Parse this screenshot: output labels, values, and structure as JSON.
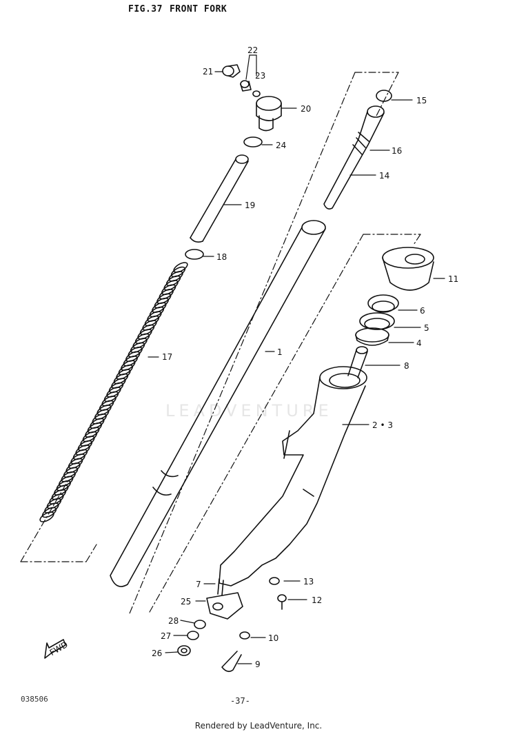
{
  "header": {
    "fig_number": "FIG.37",
    "fig_title": "FRONT FORK"
  },
  "callouts": {
    "p1": "1",
    "p2_3": "2 • 3",
    "p4": "4",
    "p5": "5",
    "p6": "6",
    "p7": "7",
    "p8": "8",
    "p9": "9",
    "p10": "10",
    "p11": "11",
    "p12": "12",
    "p13": "13",
    "p14": "14",
    "p15": "15",
    "p16": "16",
    "p17": "17",
    "p18": "18",
    "p19": "19",
    "p20": "20",
    "p21": "21",
    "p22": "22",
    "p23": "23",
    "p24": "24",
    "p25": "25",
    "p26": "26",
    "p27": "27",
    "p28": "28"
  },
  "direction_tag": "FWD",
  "footer": {
    "code": "038506",
    "page": "-37-",
    "credit": "Rendered by LeadVenture, Inc."
  },
  "watermark": "LEADVENTURE"
}
